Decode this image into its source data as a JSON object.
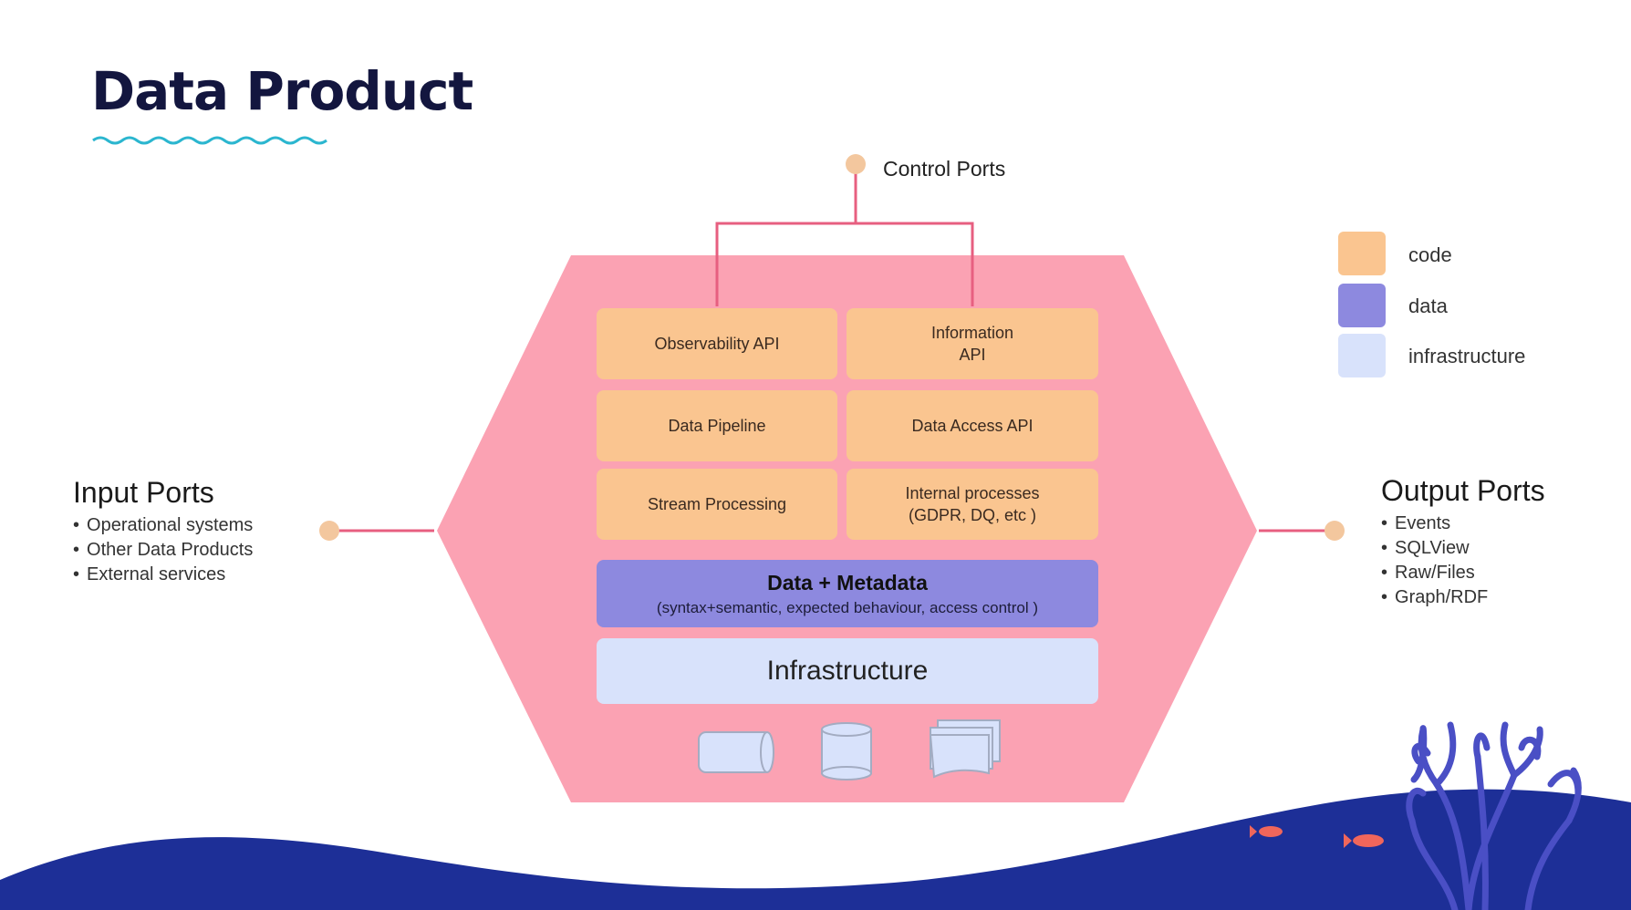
{
  "title": "Data Product",
  "control_ports": "Control Ports",
  "input_ports": {
    "title": "Input Ports",
    "items": [
      "Operational systems",
      "Other Data Products",
      "External services"
    ]
  },
  "output_ports": {
    "title": "Output Ports",
    "items": [
      "Events",
      "SQLView",
      "Raw/Files",
      "Graph/RDF"
    ]
  },
  "code_boxes": {
    "observability": "Observability API",
    "information": "Information API",
    "pipeline": "Data Pipeline",
    "access": "Data Access API",
    "stream": "Stream Processing",
    "internal": "Internal processes (GDPR, DQ, etc )"
  },
  "data_layer": {
    "title": "Data + Metadata",
    "subtitle": "(syntax+semantic, expected behaviour, access control )"
  },
  "infrastructure_layer": "Infrastructure",
  "legend": [
    {
      "label": "code",
      "color": "#fac590"
    },
    {
      "label": "data",
      "color": "#8d89df"
    },
    {
      "label": "infrastructure",
      "color": "#d8e2fb"
    }
  ],
  "colors": {
    "hexagon": "#fba2b3",
    "connector": "#e75f80",
    "port_dot": "#f3c79e",
    "ocean": "#1d2f97",
    "coral": "#4a4fc5",
    "fish": "#f0665b",
    "title_underline": "#2bb6cf"
  }
}
